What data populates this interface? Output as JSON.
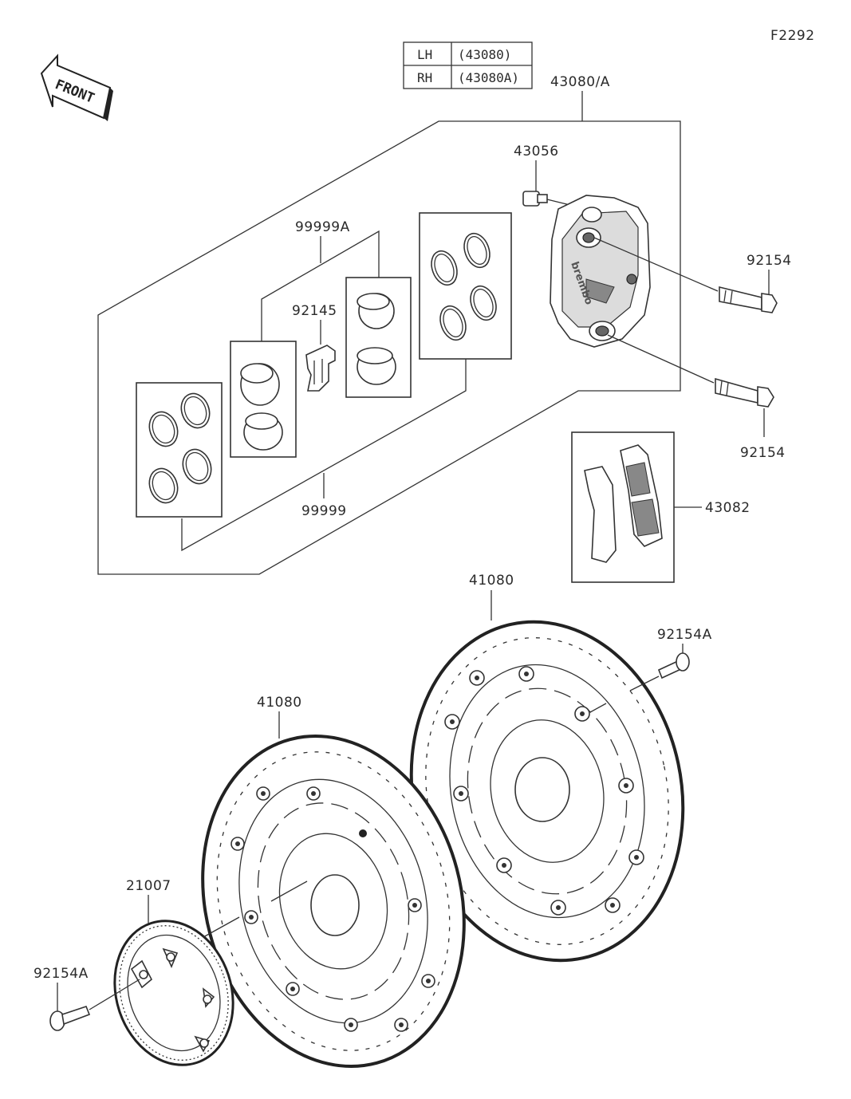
{
  "figure_id": "F2292",
  "front_label": "FRONT",
  "table": {
    "rows": [
      {
        "side": "LH",
        "code": "(43080)"
      },
      {
        "side": "RH",
        "code": "(43080A)"
      }
    ]
  },
  "labels": {
    "caliper_assy": "43080/A",
    "bleeder": "43056",
    "piston_set_a": "99999A",
    "pad_spring": "92145",
    "bolt_upper": "92154",
    "bolt_lower": "92154",
    "seal_kit": "99999",
    "pad_set": "43082",
    "disc_right": "41080",
    "disc_left": "41080",
    "disc_bolt_right": "92154A",
    "sensor_rotor": "21007",
    "disc_bolt_left": "92154A"
  },
  "caliper_brand": "brembo"
}
